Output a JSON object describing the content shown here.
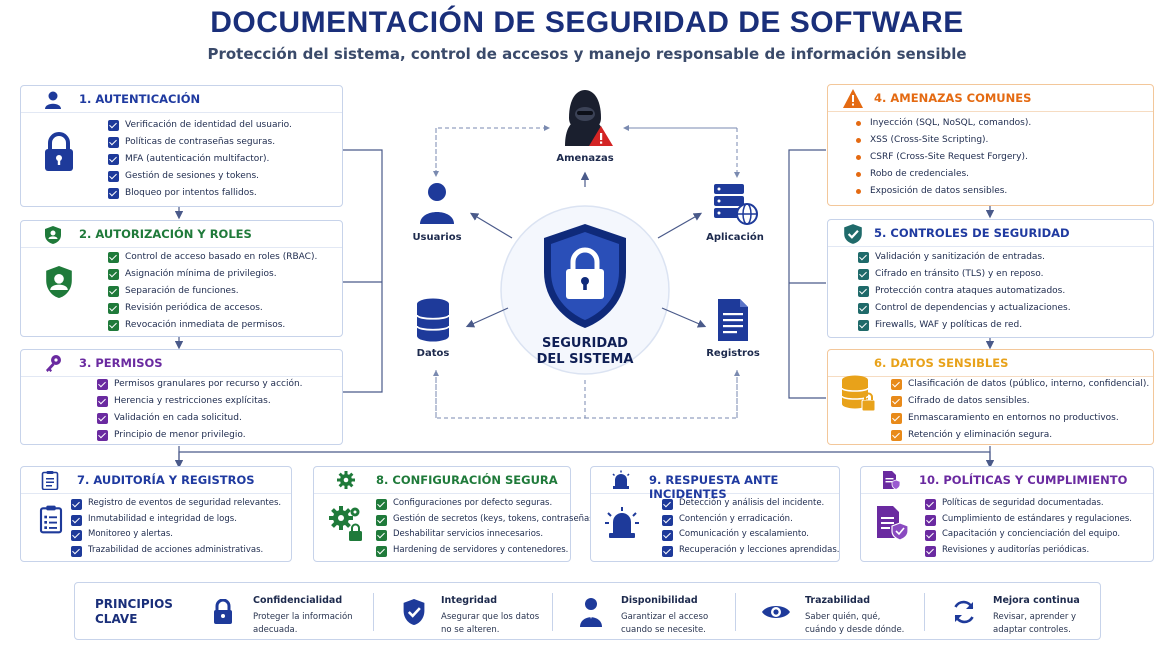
{
  "header": {
    "title": "DOCUMENTACIÓN DE SEGURIDAD DE SOFTWARE",
    "subtitle": "Protección del sistema, control de accesos y manejo responsable de información sensible"
  },
  "left": [
    {
      "title": "1. AUTENTICACIÓN",
      "items": [
        "Verificación de identidad del usuario.",
        "Políticas de contraseñas seguras.",
        "MFA (autenticación multifactor).",
        "Gestión de sesiones y tokens.",
        "Bloqueo por intentos fallidos."
      ]
    },
    {
      "title": "2. AUTORIZACIÓN Y ROLES",
      "items": [
        "Control de acceso basado en roles (RBAC).",
        "Asignación mínima de privilegios.",
        "Separación de funciones.",
        "Revisión periódica de accesos.",
        "Revocación inmediata de permisos."
      ]
    },
    {
      "title": "3. PERMISOS",
      "items": [
        "Permisos granulares por recurso y acción.",
        "Herencia y restricciones explícitas.",
        "Validación en cada solicitud.",
        "Principio de menor privilegio."
      ]
    }
  ],
  "right": [
    {
      "title": "4. AMENAZAS COMUNES",
      "items": [
        "Inyección (SQL, NoSQL, comandos).",
        "XSS (Cross-Site Scripting).",
        "CSRF (Cross-Site Request Forgery).",
        "Robo de credenciales.",
        "Exposición de datos sensibles."
      ]
    },
    {
      "title": "5. CONTROLES DE SEGURIDAD",
      "items": [
        "Validación y sanitización de entradas.",
        "Cifrado en tránsito (TLS) y en reposo.",
        "Protección contra ataques automatizados.",
        "Control de dependencias y actualizaciones.",
        "Firewalls, WAF y políticas de red."
      ]
    },
    {
      "title": "6. DATOS SENSIBLES",
      "items": [
        "Clasificación de datos (público, interno, confidencial).",
        "Cifrado de datos sensibles.",
        "Enmascaramiento en entornos no productivos.",
        "Retención y eliminación segura."
      ]
    }
  ],
  "center": {
    "label_line1": "SEGURIDAD",
    "label_line2": "DEL SISTEMA",
    "nodes": {
      "threats": "Amenazas",
      "users": "Usuarios",
      "app": "Aplicación",
      "data": "Datos",
      "logs": "Registros"
    }
  },
  "bottom": [
    {
      "title": "7. AUDITORÍA Y REGISTROS",
      "items": [
        "Registro de eventos de seguridad relevantes.",
        "Inmutabilidad e integridad de logs.",
        "Monitoreo y alertas.",
        "Trazabilidad de acciones administrativas."
      ]
    },
    {
      "title": "8. CONFIGURACIÓN SEGURA",
      "items": [
        "Configuraciones por defecto seguras.",
        "Gestión de secretos (keys, tokens, contraseñas).",
        "Deshabilitar servicios innecesarios.",
        "Hardening de servidores y contenedores."
      ]
    },
    {
      "title": "9. RESPUESTA ANTE INCIDENTES",
      "items": [
        "Detección y análisis del incidente.",
        "Contención y erradicación.",
        "Comunicación y escalamiento.",
        "Recuperación y lecciones aprendidas."
      ]
    },
    {
      "title": "10. POLÍTICAS Y CUMPLIMIENTO",
      "items": [
        "Políticas de seguridad documentadas.",
        "Cumplimiento de estándares y regulaciones.",
        "Capacitación y concienciación del equipo.",
        "Revisiones y auditorías periódicas."
      ]
    }
  ],
  "principles": {
    "title_line1": "PRINCIPIOS",
    "title_line2": "CLAVE",
    "items": [
      {
        "name": "Confidencialidad",
        "desc": "Proteger la información adecuada."
      },
      {
        "name": "Integridad",
        "desc": "Asegurar que los datos no se alteren."
      },
      {
        "name": "Disponibilidad",
        "desc": "Garantizar el acceso cuando se necesite."
      },
      {
        "name": "Trazabilidad",
        "desc": "Saber quién, qué, cuándo y desde dónde."
      },
      {
        "name": "Mejora continua",
        "desc": "Revisar, aprender y adaptar controles."
      }
    ]
  },
  "colors": {
    "navy": "#1a2f7a",
    "blue": "#1e3a9a",
    "green": "#1f7a3a",
    "purple": "#6a2aa0",
    "orange": "#e46a12",
    "amber": "#e8a21a",
    "teal": "#1f6a6a"
  },
  "icons": [
    "user-icon",
    "lock-icon",
    "shield-user-icon",
    "key-icon",
    "warning-icon",
    "shield-check-icon",
    "database-icon",
    "clipboard-icon",
    "gear-icon",
    "siren-icon",
    "document-shield-icon",
    "hacker-icon",
    "server-globe-icon",
    "eye-icon",
    "refresh-icon",
    "person-icon"
  ]
}
